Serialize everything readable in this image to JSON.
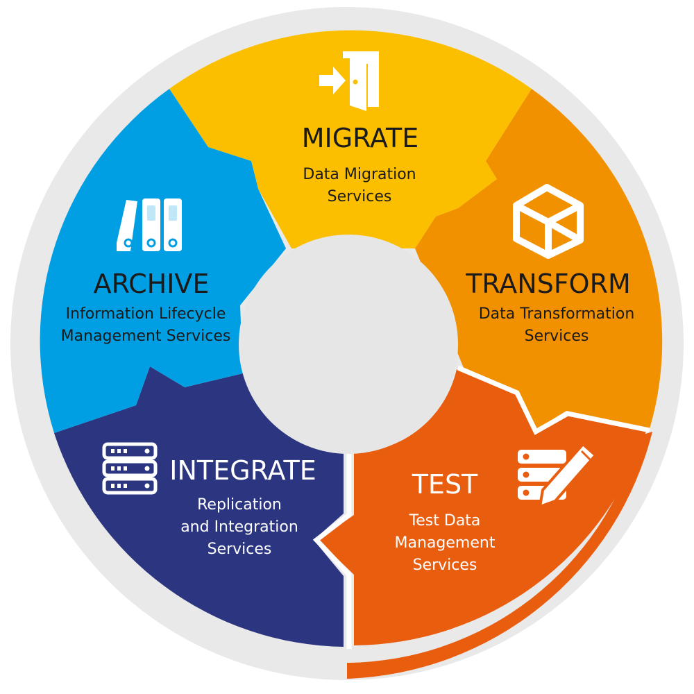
{
  "colors": {
    "ring": "#e9e9e9",
    "hub": "#e6e6e6",
    "migrate": "#fbbf00",
    "transform": "#f29100",
    "test": "#e95d0f",
    "integrate": "#2b3580",
    "archive": "#009fe3",
    "text_dark": "#1a1a1a",
    "text_light": "#ffffff"
  },
  "segments": {
    "migrate": {
      "title": "MIGRATE",
      "line1": "Data Migration",
      "line2": "Services",
      "icon": "door-enter-icon"
    },
    "transform": {
      "title": "TRANSFORM",
      "line1": "Data Transformation",
      "line2": "Services",
      "icon": "cube-icon"
    },
    "test": {
      "title": "TEST",
      "line1": "Test Data",
      "line2": "Management",
      "line3": "Services",
      "icon": "pencil-list-icon"
    },
    "integrate": {
      "title": "INTEGRATE",
      "line1": "Replication",
      "line2": "and Integration",
      "line3": "Services",
      "icon": "server-stack-icon"
    },
    "archive": {
      "title": "ARCHIVE",
      "line1": "Information Lifecycle",
      "line2": "Management Services",
      "icon": "binders-icon"
    }
  }
}
